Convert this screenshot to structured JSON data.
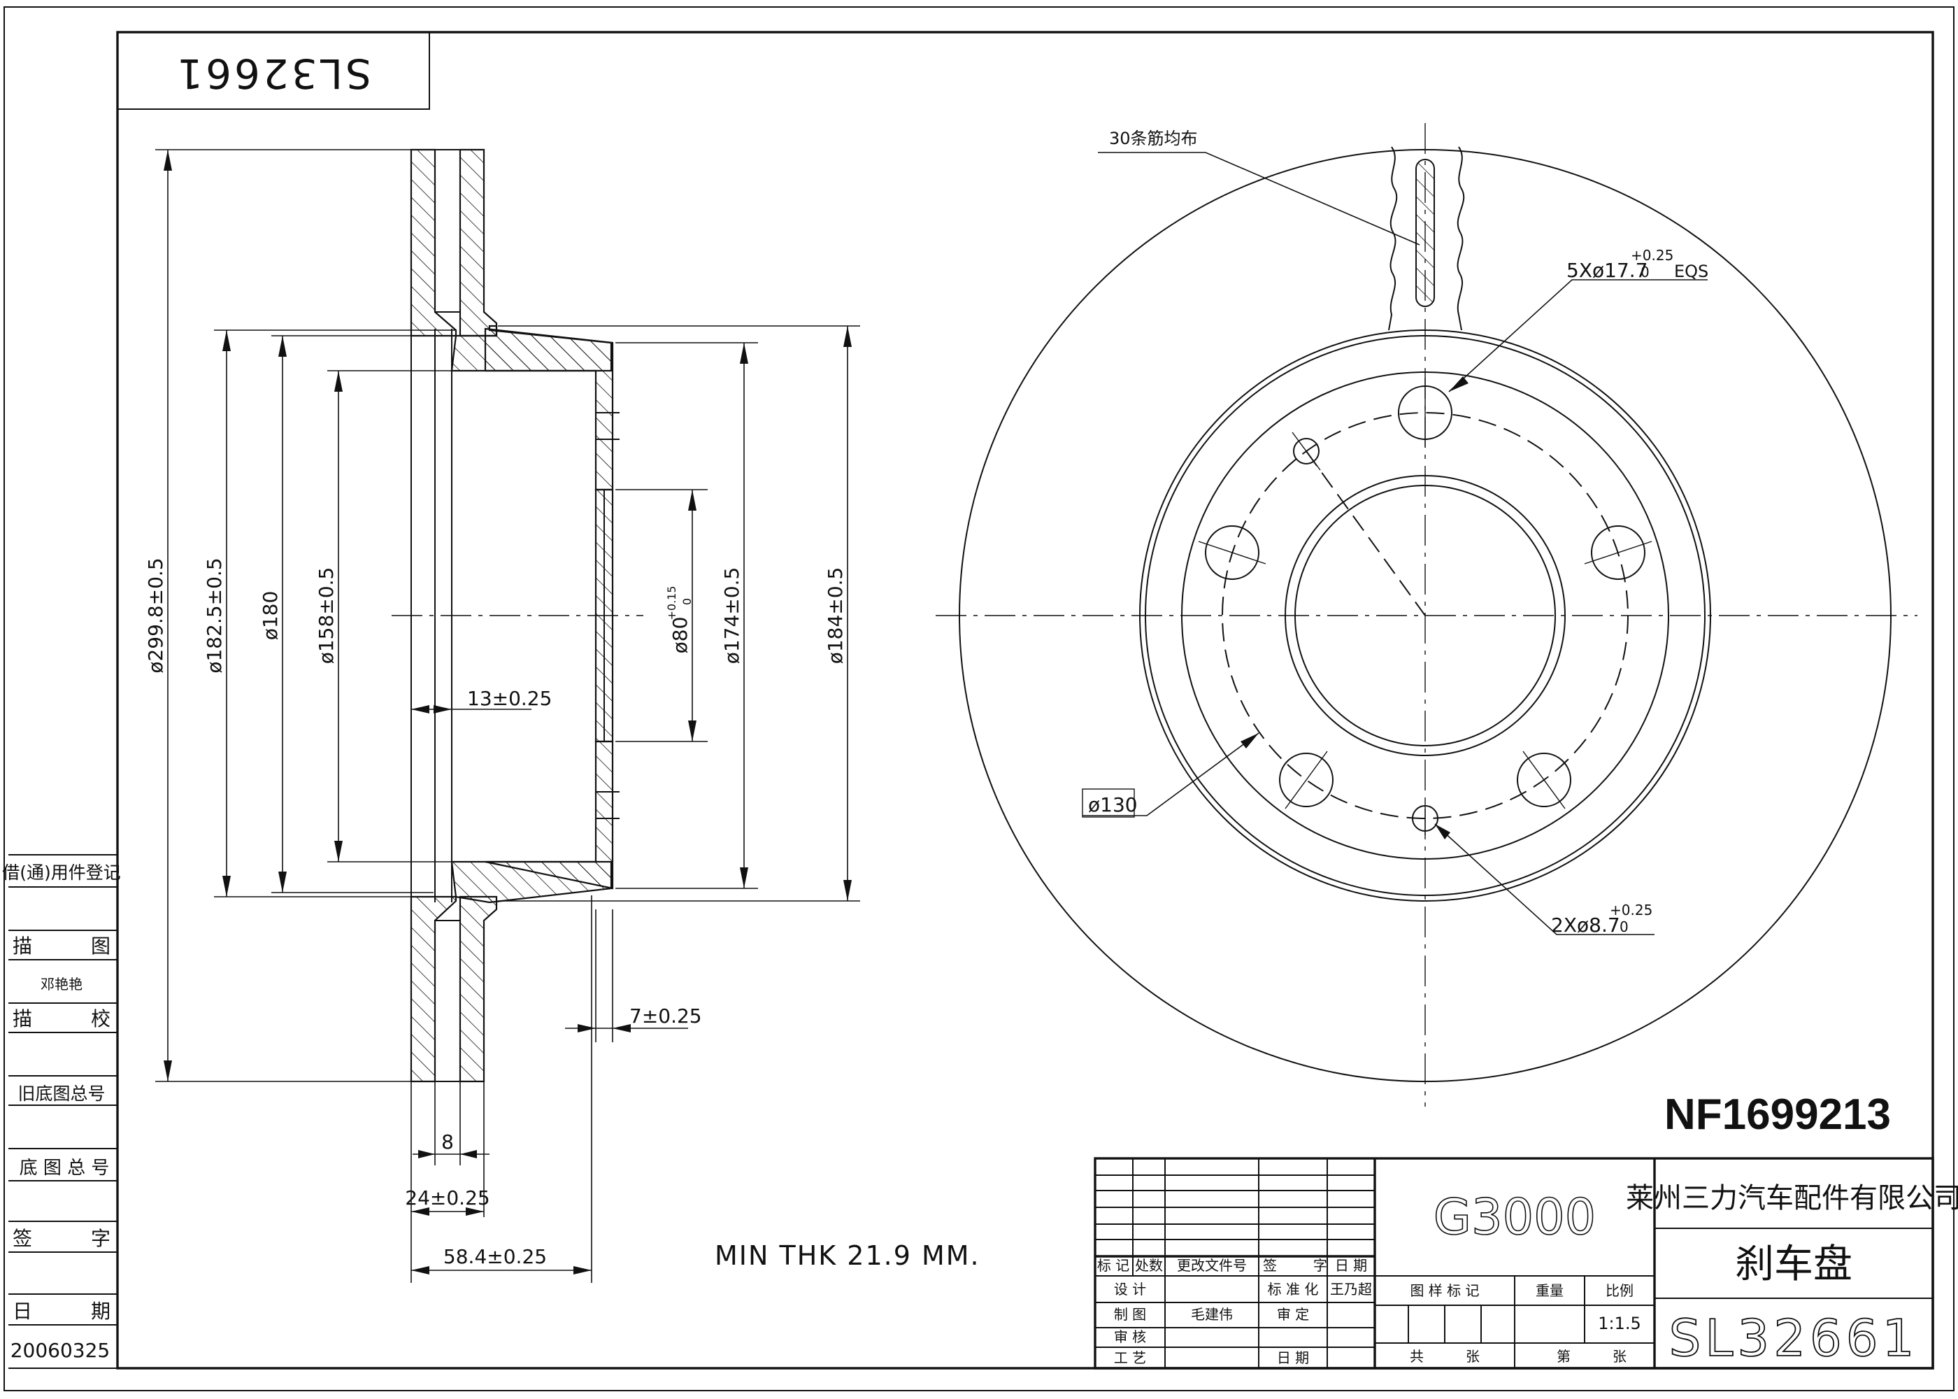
{
  "drawing": {
    "rotated_label": "SL32661",
    "part_number_badge": "NF1699213",
    "note": "MIN THK 21.9 MM.",
    "vane_note": "30条筋均布"
  },
  "section_dims": {
    "d_outer": "ø299.8±0.5",
    "d_1825": "ø182.5±0.5",
    "d_180": "ø180",
    "d_158": "ø158±0.5",
    "d_80": "ø80",
    "d_80_tol_up": "+0.15",
    "d_80_tol_dn": "0",
    "d_174": "ø174±0.5",
    "d_184": "ø184±0.5",
    "t_13": "13±0.25",
    "t_7": "7±0.25",
    "t_8": "8",
    "t_24": "24±0.25",
    "t_584": "58.4±0.25"
  },
  "front_dims": {
    "holes5": "5Xø17.7",
    "holes5_tol_up": "+0.25",
    "holes5_tol_dn": "0",
    "holes5_eqs": "EQS",
    "holes2": "2Xø8.7",
    "holes2_tol_up": "+0.25",
    "holes2_tol_dn": "0",
    "pcd": "ø130"
  },
  "left_strip": {
    "title": "借(通)用件登记",
    "miao_tu_a": "描",
    "miao_tu_b": "图",
    "drafter": "邓艳艳",
    "miao_jiao_a": "描",
    "miao_jiao_b": "校",
    "old_base_no": "旧底图总号",
    "base_no": "底 图 总 号",
    "sign_a": "签",
    "sign_b": "字",
    "date_a": "日",
    "date_b": "期",
    "date_value": "20060325"
  },
  "title_block": {
    "material": "G3000",
    "company": "莱州三力汽车配件有限公司",
    "part_name": "刹车盘",
    "drawing_no": "SL32661",
    "hdr_mark": "标 记",
    "hdr_count": "处数",
    "hdr_change_doc": "更改文件号",
    "hdr_sign": "签",
    "hdr_zi": "字",
    "hdr_date": "日 期",
    "design": "设  计",
    "draw": "制  图",
    "drawer_name": "毛建伟",
    "review": "审  核",
    "process": "工  艺",
    "standardize": "标 准 化",
    "std_name": "王乃超",
    "approve": "审  定",
    "date": "日    期",
    "sample_mark": "图 样 标 记",
    "weight": "重量",
    "ratio": "比例",
    "scale": "1:1.5",
    "total": "共",
    "sheets": "张",
    "nth": "第",
    "sheet2": "张"
  }
}
